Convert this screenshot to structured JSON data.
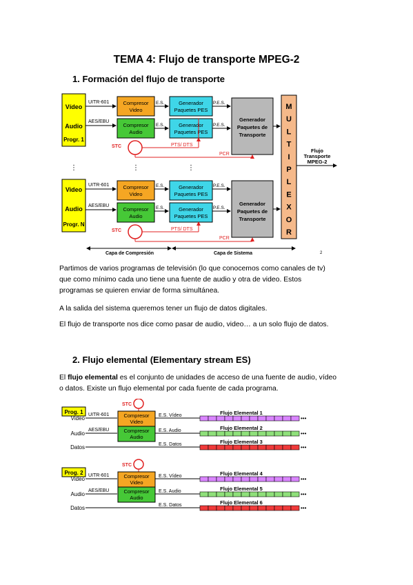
{
  "title": "TEMA 4: Flujo de transporte MPEG-2",
  "section1": {
    "heading": "1.  Formación del flujo de transporte",
    "diagram": {
      "prog1_video": "Vídeo",
      "prog1_audio": "Audio",
      "prog1_label": "Progr. 1",
      "progN_video": "Video",
      "progN_audio": "Audio",
      "progN_label": "Progr. N",
      "uitr": "UITR-601",
      "aes": "AES/EBU",
      "comp_video_1": "Compresor",
      "comp_video_2": "Video",
      "comp_audio_1": "Compresor",
      "comp_audio_2": "Audio",
      "gen_pes_1": "Generador",
      "gen_pes_2": "Paquetes PES",
      "es": "E.S.",
      "pes": "P.E.S.",
      "gen_ts_1": "Generador",
      "gen_ts_2": "Paquetes de",
      "gen_ts_3": "Transporte",
      "stc": "STC",
      "pts_dts": "PTS/ DTS",
      "pcr": "PCR",
      "mux_letters": [
        "M",
        "U",
        "L",
        "T",
        "I",
        "P",
        "L",
        "E",
        "X",
        "O",
        "R"
      ],
      "out_1": "Flujo",
      "out_2": "Transporte",
      "out_3": "MPEG-2",
      "capa_compresion": "Capa de Compresión",
      "capa_sistema": "Capa de Sistema",
      "page_num": "2"
    },
    "p1_l1": "Partimos de varios programas de televisión (lo que conocemos como canales de tv)",
    "p1_l2": "que como mínimo cada uno tiene una fuente de audio y otra de video.  Estos",
    "p1_l3": "programas se quieren enviar de forma simultánea.",
    "p2": "A la salida del sistema queremos tener un flujo de datos digitales.",
    "p3": "El flujo de transporte nos dice como pasar de audio, video… a un solo flujo de datos."
  },
  "section2": {
    "heading": "2.  Flujo elemental (Elementary stream ES)",
    "p1_a": "El ",
    "p1_bold": "flujo elemental",
    "p1_b": " es el conjunto de unidades de acceso de una fuente de audio, vídeo",
    "p1_l2": "o datos. Existe un flujo elemental por cada fuente de cada programa.",
    "diagram": {
      "stc": "STC",
      "prog1": "Prog. 1",
      "prog2": "Prog. 2",
      "video": "Video",
      "audio": "Audio",
      "datos": "Datos",
      "uitr": "UITR-601",
      "aes": "AES/EBU",
      "comp_1": "Compresor",
      "comp_video": "Video",
      "comp_audio": "Audio",
      "es_video": "E.S. Vídeo",
      "es_audio": "E.S. Audio",
      "es_datos": "E.S. Datos",
      "flujo_1": "Flujo Elemental  1",
      "flujo_2": "Flujo Elemental  2",
      "flujo_3": "Flujo Elemental  3",
      "flujo_4": "Flujo Elemental  4",
      "flujo_5": "Flujo Elemental  5",
      "flujo_6": "Flujo Elemental  6",
      "dots": "•••"
    }
  },
  "colors": {
    "comp_video": "#f5a623",
    "comp_audio": "#46c837",
    "gen_pes": "#3fd6e8",
    "gen_ts": "#b8b8b8",
    "mux": "#f5b98a",
    "prog": "#ffff00",
    "red": "#e02020",
    "es_video": "#d985ff",
    "es_audio": "#8fe07a",
    "es_datos": "#f03a3a"
  }
}
